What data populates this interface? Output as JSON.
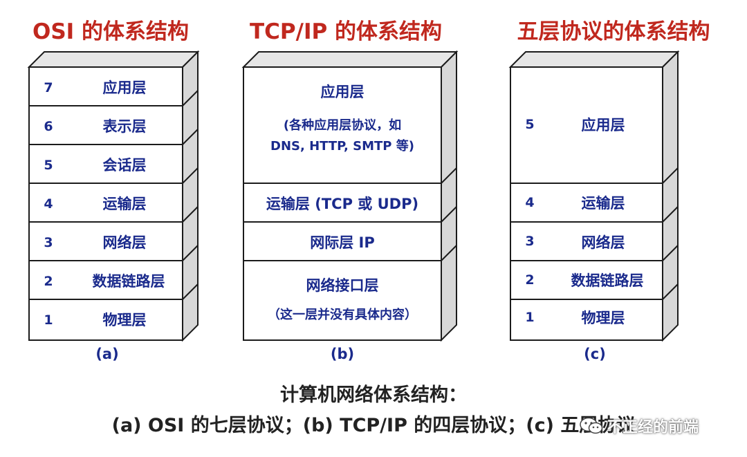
{
  "colors": {
    "title": "#c0281e",
    "layer_text": "#1a2a8c",
    "caption": "#222222"
  },
  "stacks": [
    {
      "title": "OSI 的体系结构",
      "label": "(a)",
      "layers": [
        {
          "num": "7",
          "name": "应用层"
        },
        {
          "num": "6",
          "name": "表示层"
        },
        {
          "num": "5",
          "name": "会话层"
        },
        {
          "num": "4",
          "name": "运输层"
        },
        {
          "num": "3",
          "name": "网络层"
        },
        {
          "num": "2",
          "name": "数据链路层"
        },
        {
          "num": "1",
          "name": "物理层"
        }
      ]
    },
    {
      "title": "TCP/IP 的体系结构",
      "label": "(b)",
      "layers": [
        {
          "name": "应用层",
          "note_line1": "(各种应用层协议，如",
          "note_line2": "DNS, HTTP, SMTP 等)"
        },
        {
          "name": "运输层 (TCP 或 UDP)"
        },
        {
          "name": "网际层 IP"
        },
        {
          "name": "网络接口层",
          "note_line1": "（这一层并没有具体内容）"
        }
      ]
    },
    {
      "title": "五层协议的体系结构",
      "label": "(c)",
      "layers": [
        {
          "num": "5",
          "name": "应用层"
        },
        {
          "num": "4",
          "name": "运输层"
        },
        {
          "num": "3",
          "name": "网络层"
        },
        {
          "num": "2",
          "name": "数据链路层"
        },
        {
          "num": "1",
          "name": "物理层"
        }
      ]
    }
  ],
  "caption": {
    "line1": "计算机网络体系结构：",
    "line2": "(a) OSI 的七层协议；(b) TCP/IP 的四层协议；(c) 五层协议"
  },
  "watermark": {
    "text": "不正经的前端",
    "icon": "wechat-icon"
  }
}
